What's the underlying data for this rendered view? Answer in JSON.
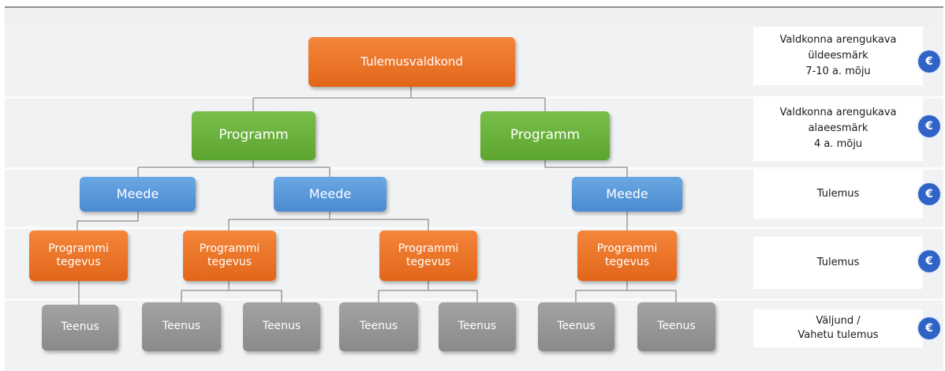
{
  "diagram": {
    "root": {
      "label": "Tulemusvaldkond"
    },
    "programs": [
      {
        "label": "Programm"
      },
      {
        "label": "Programm"
      }
    ],
    "measures": [
      {
        "label": "Meede"
      },
      {
        "label": "Meede"
      },
      {
        "label": "Meede"
      }
    ],
    "activities": [
      {
        "line1": "Programmi",
        "line2": "tegevus"
      },
      {
        "line1": "Programmi",
        "line2": "tegevus"
      },
      {
        "line1": "Programmi",
        "line2": "tegevus"
      },
      {
        "line1": "Programmi",
        "line2": "tegevus"
      }
    ],
    "services": [
      {
        "label": "Teenus"
      },
      {
        "label": "Teenus"
      },
      {
        "label": "Teenus"
      },
      {
        "label": "Teenus"
      },
      {
        "label": "Teenus"
      },
      {
        "label": "Teenus"
      },
      {
        "label": "Teenus"
      }
    ]
  },
  "levels": [
    {
      "lines": [
        "Valdkonna arengukava",
        "üldeesmärk",
        "7-10 a. mõju"
      ],
      "badge": "€"
    },
    {
      "lines": [
        "Valdkonna arengukava",
        "alaeesmärk",
        "4 a. mõju"
      ],
      "badge": "€"
    },
    {
      "lines": [
        "Tulemus"
      ],
      "badge": "€"
    },
    {
      "lines": [
        "Tulemus"
      ],
      "badge": "€"
    },
    {
      "lines": [
        "Väljund /",
        "Vahetu tulemus"
      ],
      "badge": "€"
    }
  ],
  "colors": {
    "result_area": "#e8711f",
    "program": "#67ae3a",
    "measure": "#5b9bdc",
    "activity": "#e8711f",
    "service": "#969696",
    "euro_badge": "#2f63c6",
    "connector": "#8c8c8c"
  },
  "icons": {
    "badge": "euro-icon"
  }
}
